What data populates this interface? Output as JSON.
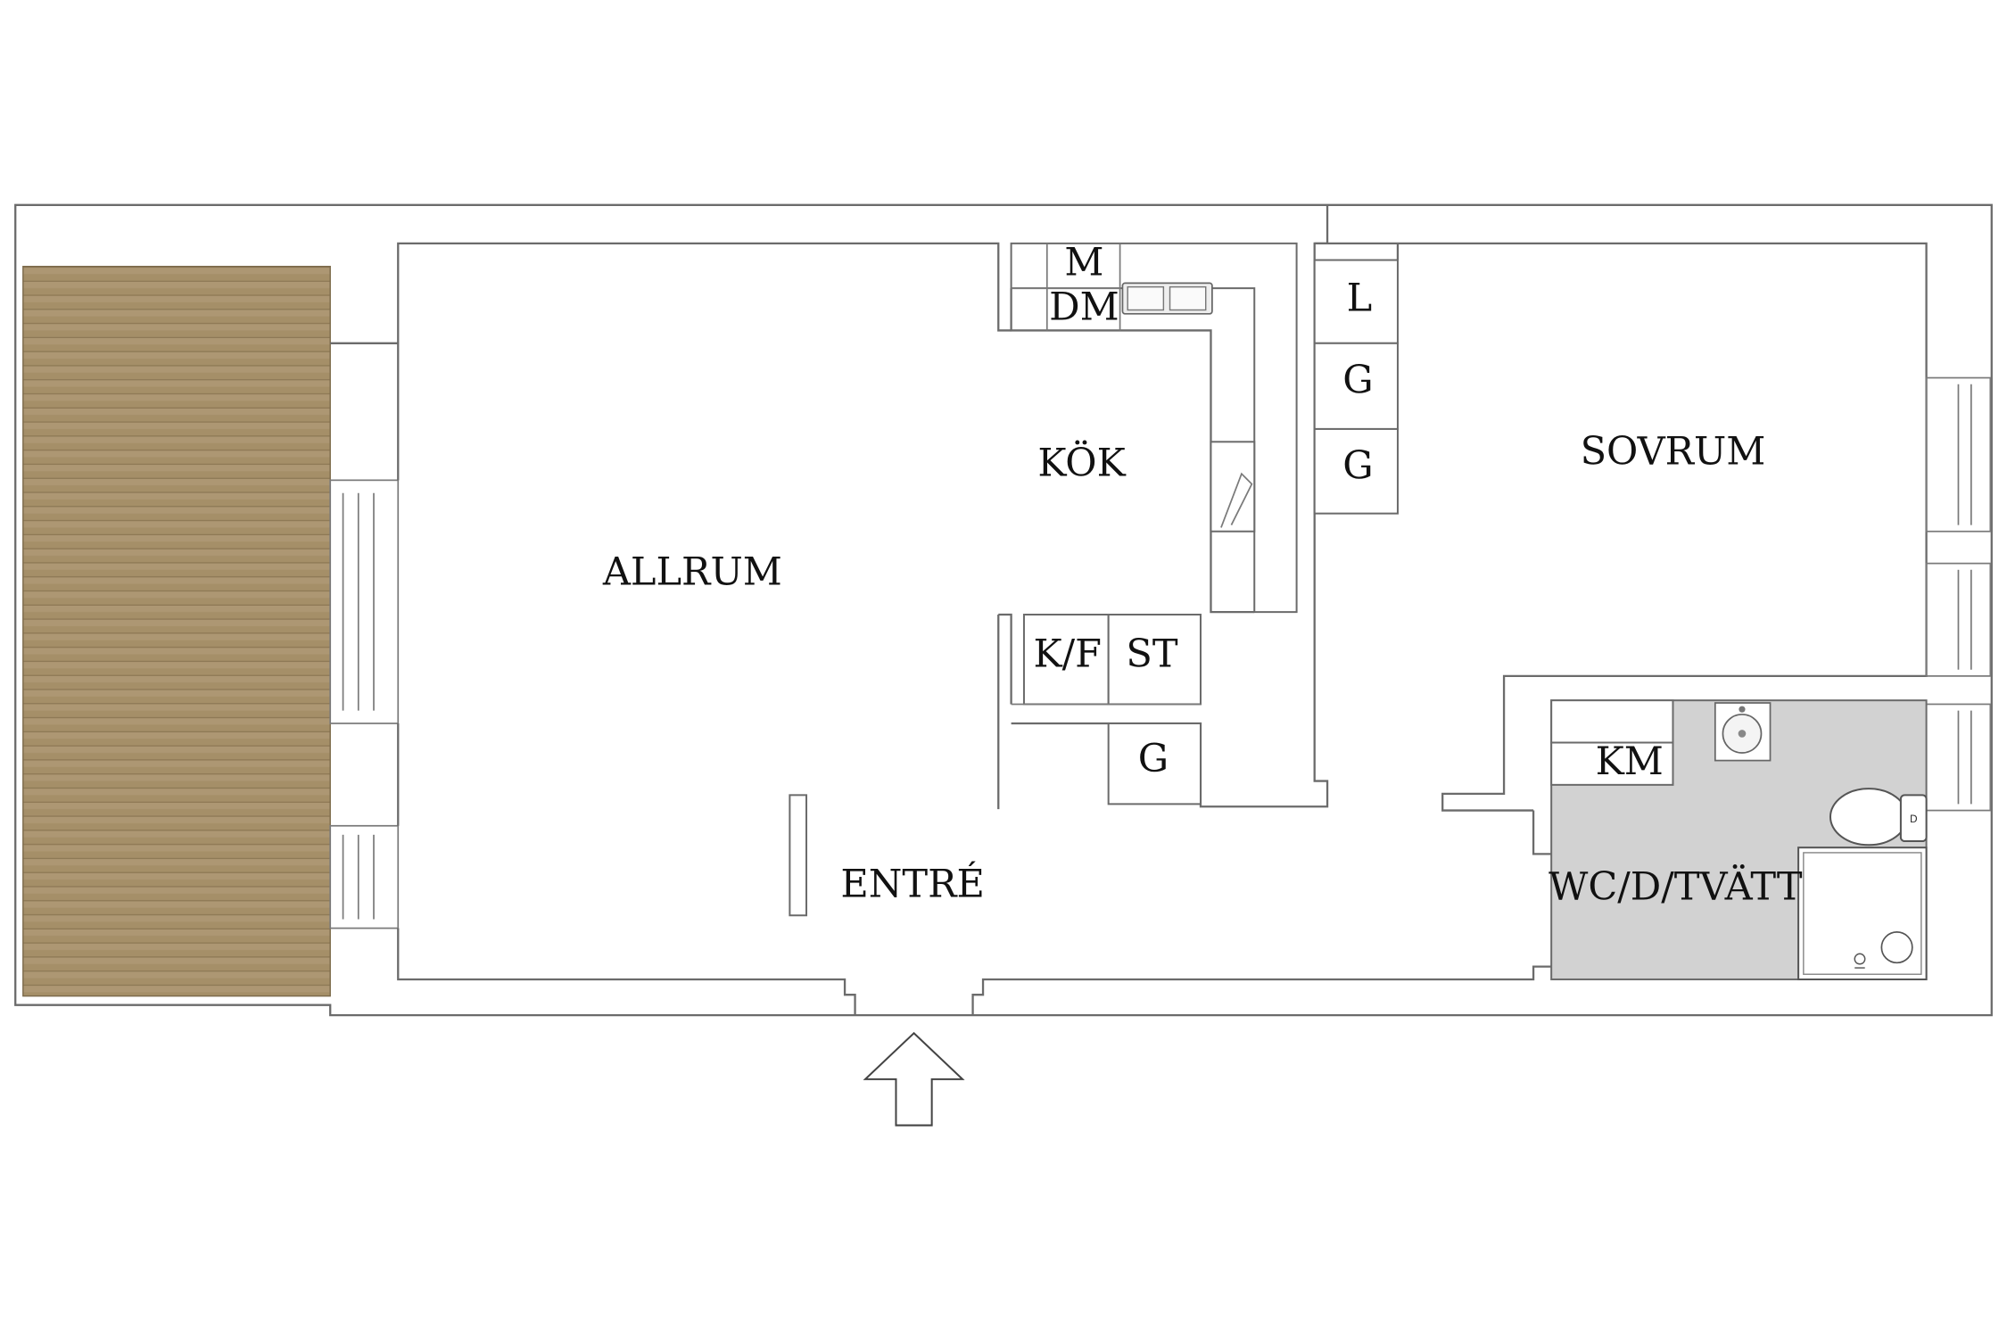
{
  "rooms": {
    "allrum": "ALLRUM",
    "kok": "KÖK",
    "sovrum": "SOVRUM",
    "entre": "ENTRÉ",
    "wc": "WC/D/TVÄTT"
  },
  "fixtures": {
    "m": "M",
    "dm": "DM",
    "kf": "K/F",
    "st": "ST",
    "g_kitchen": "G",
    "l": "L",
    "g1": "G",
    "g2": "G",
    "km": "KM"
  },
  "colors": {
    "deck": "#a58f68",
    "bathroom_floor": "#d2d2d2",
    "walls": "#6b6b6b"
  }
}
